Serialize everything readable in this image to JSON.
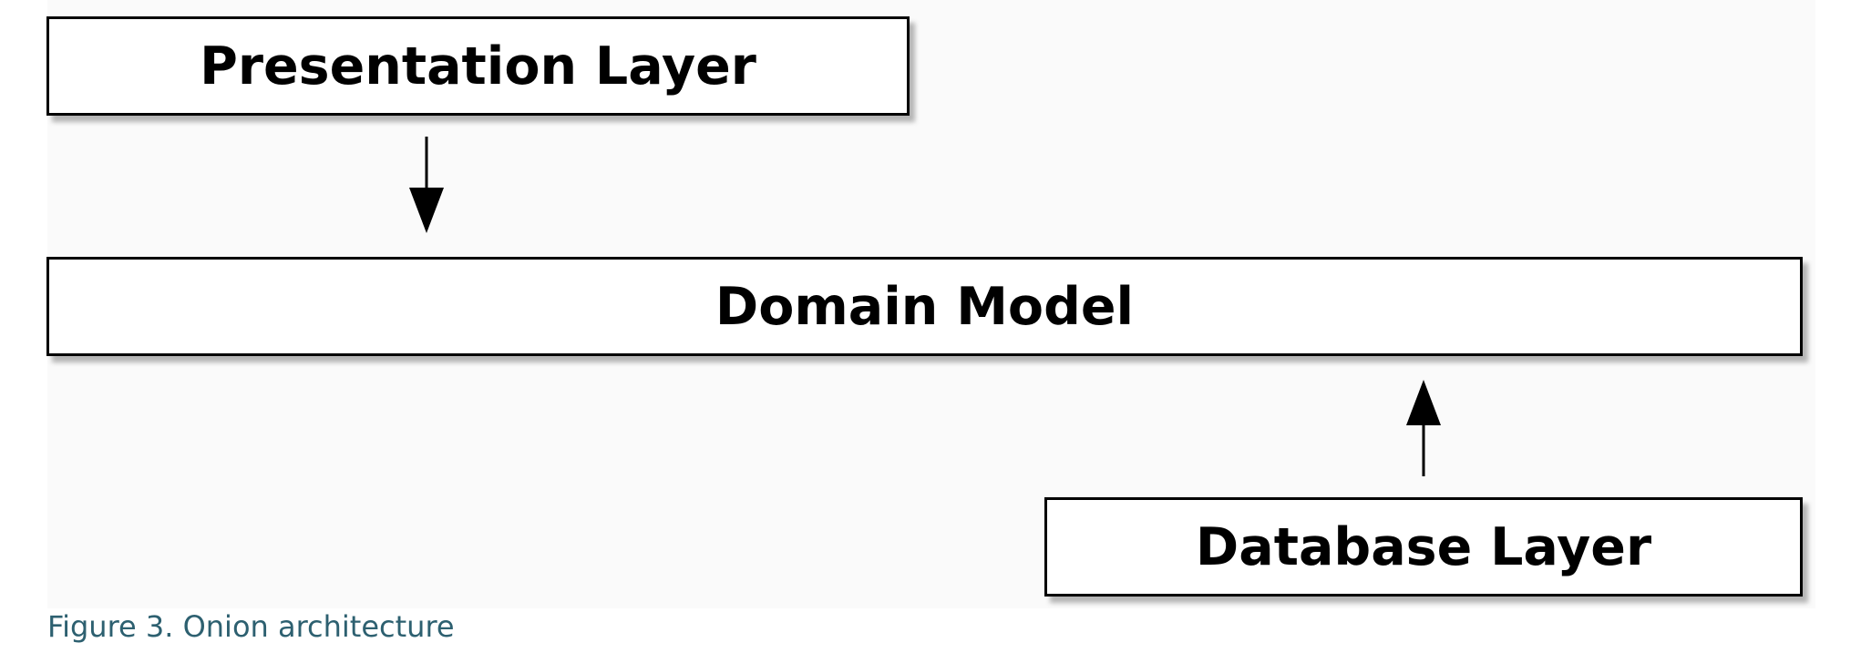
{
  "diagram": {
    "layers": {
      "presentation": "Presentation Layer",
      "domain": "Domain Model",
      "database": "Database Layer"
    },
    "edges": [
      {
        "from": "presentation",
        "to": "domain"
      },
      {
        "from": "database",
        "to": "domain"
      }
    ]
  },
  "caption": "Figure 3. Onion architecture",
  "colors": {
    "box_border": "#000000",
    "box_fill": "#ffffff",
    "background": "#fafafa",
    "caption_text": "#2d6070"
  }
}
